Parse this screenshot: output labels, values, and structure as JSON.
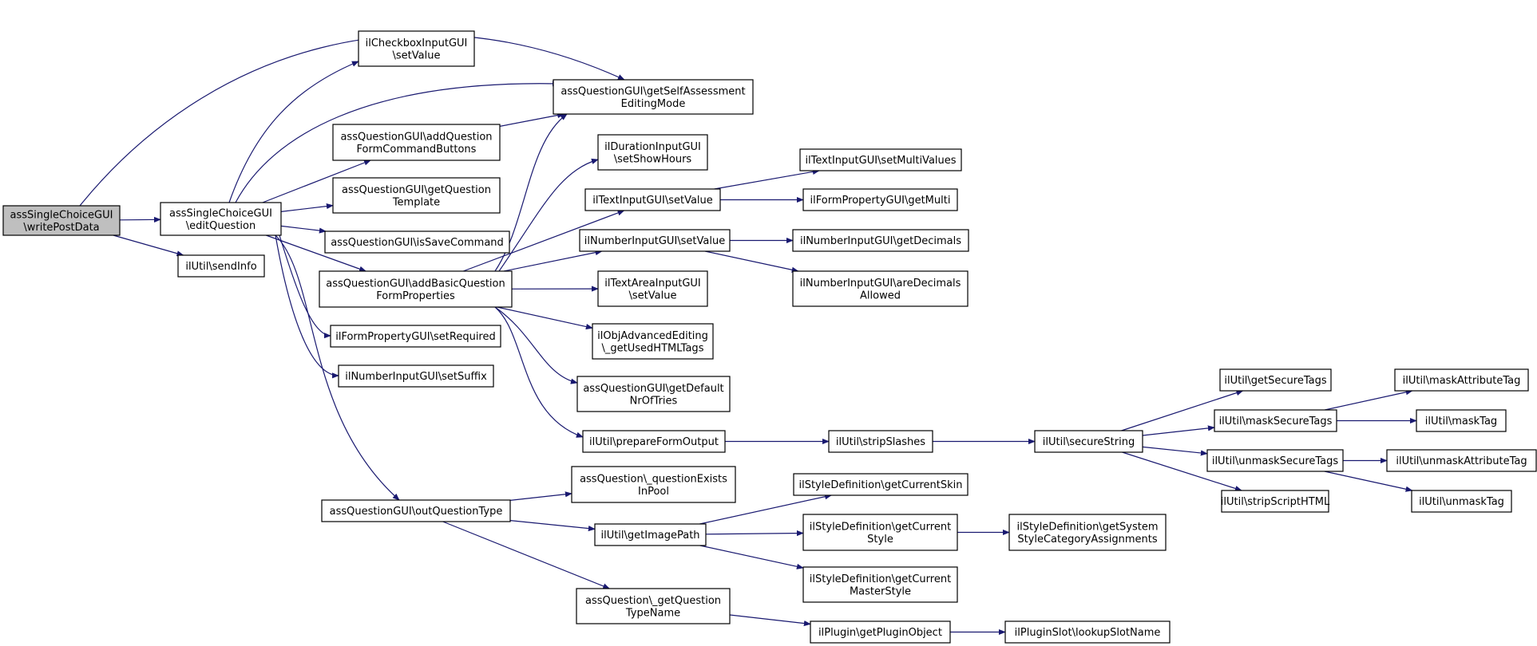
{
  "graph": {
    "nodes": [
      {
        "id": "n_root",
        "lines": [
          "assSingleChoiceGUI",
          "\\writePostData"
        ],
        "root": true
      },
      {
        "id": "n_edit",
        "lines": [
          "assSingleChoiceGUI",
          "\\editQuestion"
        ]
      },
      {
        "id": "n_sendinfo",
        "lines": [
          "ilUtil\\sendInfo"
        ]
      },
      {
        "id": "n_selfassess",
        "lines": [
          "assQuestionGUI\\getSelfAssessment",
          "EditingMode"
        ]
      },
      {
        "id": "n_checkbox",
        "lines": [
          "ilCheckboxInputGUI",
          "\\setValue"
        ]
      },
      {
        "id": "n_addqfcb",
        "lines": [
          "assQuestionGUI\\addQuestion",
          "FormCommandButtons"
        ]
      },
      {
        "id": "n_getqtpl",
        "lines": [
          "assQuestionGUI\\getQuestion",
          "Template"
        ]
      },
      {
        "id": "n_issave",
        "lines": [
          "assQuestionGUI\\isSaveCommand"
        ]
      },
      {
        "id": "n_addbasic",
        "lines": [
          "assQuestionGUI\\addBasicQuestion",
          "FormProperties"
        ]
      },
      {
        "id": "n_setreq",
        "lines": [
          "ilFormPropertyGUI\\setRequired"
        ]
      },
      {
        "id": "n_setsuffix",
        "lines": [
          "ilNumberInputGUI\\setSuffix"
        ]
      },
      {
        "id": "n_outqt",
        "lines": [
          "assQuestionGUI\\outQuestionType"
        ]
      },
      {
        "id": "n_duration",
        "lines": [
          "ilDurationInputGUI",
          "\\setShowHours"
        ]
      },
      {
        "id": "n_textset",
        "lines": [
          "ilTextInputGUI\\setValue"
        ]
      },
      {
        "id": "n_numset",
        "lines": [
          "ilNumberInputGUI\\setValue"
        ]
      },
      {
        "id": "n_textarea",
        "lines": [
          "ilTextAreaInputGUI",
          "\\setValue"
        ]
      },
      {
        "id": "n_objadv",
        "lines": [
          "ilObjAdvancedEditing",
          "\\_getUsedHTMLTags"
        ]
      },
      {
        "id": "n_defnr",
        "lines": [
          "assQuestionGUI\\getDefault",
          "NrOfTries"
        ]
      },
      {
        "id": "n_prepform",
        "lines": [
          "ilUtil\\prepareFormOutput"
        ]
      },
      {
        "id": "n_multival",
        "lines": [
          "ilTextInputGUI\\setMultiValues"
        ]
      },
      {
        "id": "n_getmulti",
        "lines": [
          "ilFormPropertyGUI\\getMulti"
        ]
      },
      {
        "id": "n_getdec",
        "lines": [
          "ilNumberInputGUI\\getDecimals"
        ]
      },
      {
        "id": "n_aredec",
        "lines": [
          "ilNumberInputGUI\\areDecimals",
          "Allowed"
        ]
      },
      {
        "id": "n_strip",
        "lines": [
          "ilUtil\\stripSlashes"
        ]
      },
      {
        "id": "n_secure",
        "lines": [
          "ilUtil\\secureString"
        ]
      },
      {
        "id": "n_getsectags",
        "lines": [
          "ilUtil\\getSecureTags"
        ]
      },
      {
        "id": "n_masksec",
        "lines": [
          "ilUtil\\maskSecureTags"
        ]
      },
      {
        "id": "n_unmasksec",
        "lines": [
          "ilUtil\\unmaskSecureTags"
        ]
      },
      {
        "id": "n_stripscript",
        "lines": [
          "ilUtil\\stripScriptHTML"
        ]
      },
      {
        "id": "n_maskattr",
        "lines": [
          "ilUtil\\maskAttributeTag"
        ]
      },
      {
        "id": "n_masktag",
        "lines": [
          "ilUtil\\maskTag"
        ]
      },
      {
        "id": "n_unmaskattr",
        "lines": [
          "ilUtil\\unmaskAttributeTag"
        ]
      },
      {
        "id": "n_unmasktag",
        "lines": [
          "ilUtil\\unmaskTag"
        ]
      },
      {
        "id": "n_qexists",
        "lines": [
          "assQuestion\\_questionExists",
          "InPool"
        ]
      },
      {
        "id": "n_imgpath",
        "lines": [
          "ilUtil\\getImagePath"
        ]
      },
      {
        "id": "n_qtypename",
        "lines": [
          "assQuestion\\_getQuestion",
          "TypeName"
        ]
      },
      {
        "id": "n_curskin",
        "lines": [
          "ilStyleDefinition\\getCurrentSkin"
        ]
      },
      {
        "id": "n_curstyle",
        "lines": [
          "ilStyleDefinition\\getCurrent",
          "Style"
        ]
      },
      {
        "id": "n_curmaster",
        "lines": [
          "ilStyleDefinition\\getCurrent",
          "MasterStyle"
        ]
      },
      {
        "id": "n_syscat",
        "lines": [
          "ilStyleDefinition\\getSystem",
          "StyleCategoryAssignments"
        ]
      },
      {
        "id": "n_plugobj",
        "lines": [
          "ilPlugin\\getPluginObject"
        ]
      },
      {
        "id": "n_lookslot",
        "lines": [
          "ilPluginSlot\\lookupSlotName"
        ]
      }
    ],
    "edges": [
      [
        "n_root",
        "n_edit"
      ],
      [
        "n_root",
        "n_sendinfo"
      ],
      [
        "n_root",
        "n_selfassess"
      ],
      [
        "n_edit",
        "n_checkbox"
      ],
      [
        "n_edit",
        "n_selfassess"
      ],
      [
        "n_edit",
        "n_addqfcb"
      ],
      [
        "n_edit",
        "n_getqtpl"
      ],
      [
        "n_edit",
        "n_issave"
      ],
      [
        "n_edit",
        "n_addbasic"
      ],
      [
        "n_edit",
        "n_setreq"
      ],
      [
        "n_edit",
        "n_setsuffix"
      ],
      [
        "n_edit",
        "n_outqt"
      ],
      [
        "n_addqfcb",
        "n_selfassess"
      ],
      [
        "n_addbasic",
        "n_selfassess"
      ],
      [
        "n_addbasic",
        "n_duration"
      ],
      [
        "n_addbasic",
        "n_textset"
      ],
      [
        "n_addbasic",
        "n_numset"
      ],
      [
        "n_addbasic",
        "n_textarea"
      ],
      [
        "n_addbasic",
        "n_objadv"
      ],
      [
        "n_addbasic",
        "n_defnr"
      ],
      [
        "n_addbasic",
        "n_prepform"
      ],
      [
        "n_textset",
        "n_multival"
      ],
      [
        "n_textset",
        "n_getmulti"
      ],
      [
        "n_numset",
        "n_getdec"
      ],
      [
        "n_numset",
        "n_aredec"
      ],
      [
        "n_prepform",
        "n_strip"
      ],
      [
        "n_strip",
        "n_secure"
      ],
      [
        "n_secure",
        "n_getsectags"
      ],
      [
        "n_secure",
        "n_masksec"
      ],
      [
        "n_secure",
        "n_unmasksec"
      ],
      [
        "n_secure",
        "n_stripscript"
      ],
      [
        "n_masksec",
        "n_maskattr"
      ],
      [
        "n_masksec",
        "n_masktag"
      ],
      [
        "n_unmasksec",
        "n_unmaskattr"
      ],
      [
        "n_unmasksec",
        "n_unmasktag"
      ],
      [
        "n_outqt",
        "n_qexists"
      ],
      [
        "n_outqt",
        "n_imgpath"
      ],
      [
        "n_outqt",
        "n_qtypename"
      ],
      [
        "n_imgpath",
        "n_curskin"
      ],
      [
        "n_imgpath",
        "n_curstyle"
      ],
      [
        "n_imgpath",
        "n_curmaster"
      ],
      [
        "n_curstyle",
        "n_syscat"
      ],
      [
        "n_qtypename",
        "n_plugobj"
      ],
      [
        "n_plugobj",
        "n_lookslot"
      ]
    ]
  }
}
